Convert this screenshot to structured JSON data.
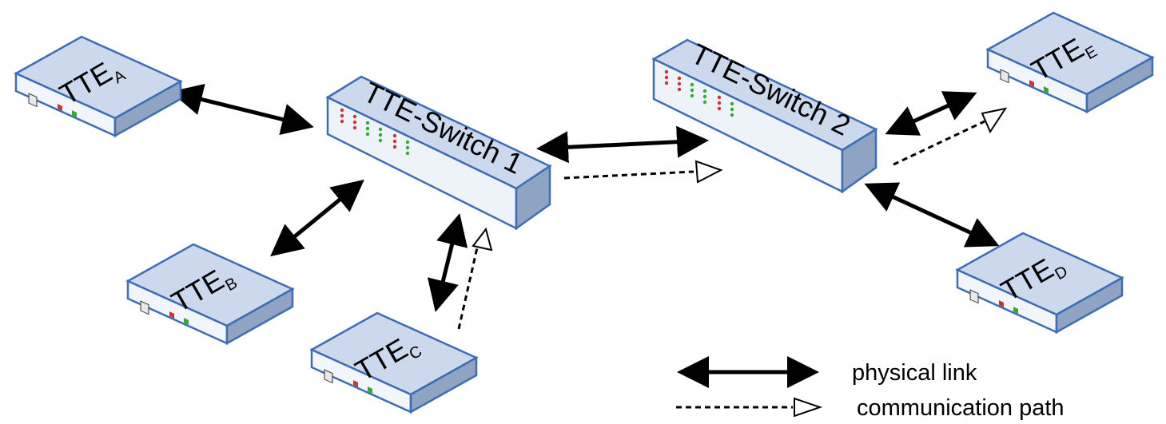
{
  "colors": {
    "device_top": "#ccd8ec",
    "device_front": "#f2f5fa",
    "device_side": "#8fa3c2",
    "device_edge": "#3d6db5",
    "led_red": "#cc3333",
    "led_green": "#33aa33",
    "arrow": "#000000"
  },
  "end_stations": [
    {
      "id": "a",
      "name": "TTE",
      "sub": "A"
    },
    {
      "id": "b",
      "name": "TTE",
      "sub": "B"
    },
    {
      "id": "c",
      "name": "TTE",
      "sub": "C"
    },
    {
      "id": "d",
      "name": "TTE",
      "sub": "D"
    },
    {
      "id": "e",
      "name": "TTE",
      "sub": "E"
    }
  ],
  "switches": [
    {
      "id": "1",
      "name": "TTE-Switch 1"
    },
    {
      "id": "2",
      "name": "TTE-Switch 2"
    }
  ],
  "legend": {
    "physical_link": "physical link",
    "communication_path": "communication path"
  }
}
